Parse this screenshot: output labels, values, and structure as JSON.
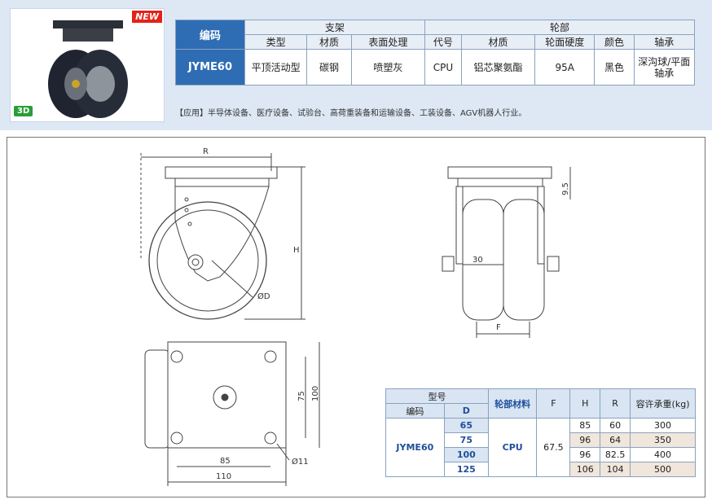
{
  "badges": {
    "new": "NEW",
    "three_d": "3D"
  },
  "spec": {
    "code_label": "编码",
    "bracket_label": "支架",
    "wheel_label": "轮部",
    "bracket_cols": [
      "类型",
      "材质",
      "表面处理"
    ],
    "wheel_cols": [
      "代号",
      "材质",
      "轮面硬度",
      "颜色",
      "轴承"
    ],
    "row": {
      "code": "JYME60",
      "type": "平顶活动型",
      "material": "碳钢",
      "surface": "喷塑灰",
      "wheel_code": "CPU",
      "wheel_material": "铝芯聚氨酯",
      "hardness": "95A",
      "color": "黑色",
      "bearing": "深沟球/平面轴承"
    }
  },
  "application": "【应用】半导体设备、医疗设备、试验台、高荷重装备和运输设备、工装设备、AGV机器人行业。",
  "drawing": {
    "labels": {
      "R": "R",
      "H": "H",
      "D": "ØD",
      "dim_95": "9.5",
      "dim_30": "30",
      "F": "F",
      "dim_75": "75",
      "dim_100": "100",
      "dim_85": "85",
      "dim_110": "110",
      "hole": "Ø11"
    }
  },
  "table": {
    "header_model": "型号",
    "header_code": "编码",
    "header_D": "D",
    "header_wheel": "轮部材料",
    "header_F": "F",
    "header_H": "H",
    "header_R": "R",
    "header_load": "容许承重(kg)",
    "code": "JYME60",
    "wheel": "CPU",
    "F": "67.5",
    "rows": [
      {
        "D": "65",
        "H": "85",
        "R": "60",
        "load": "300"
      },
      {
        "D": "75",
        "H": "96",
        "R": "64",
        "load": "350"
      },
      {
        "D": "100",
        "H": "96",
        "R": "82.5",
        "load": "400"
      },
      {
        "D": "125",
        "H": "106",
        "R": "104",
        "load": "500"
      }
    ]
  }
}
